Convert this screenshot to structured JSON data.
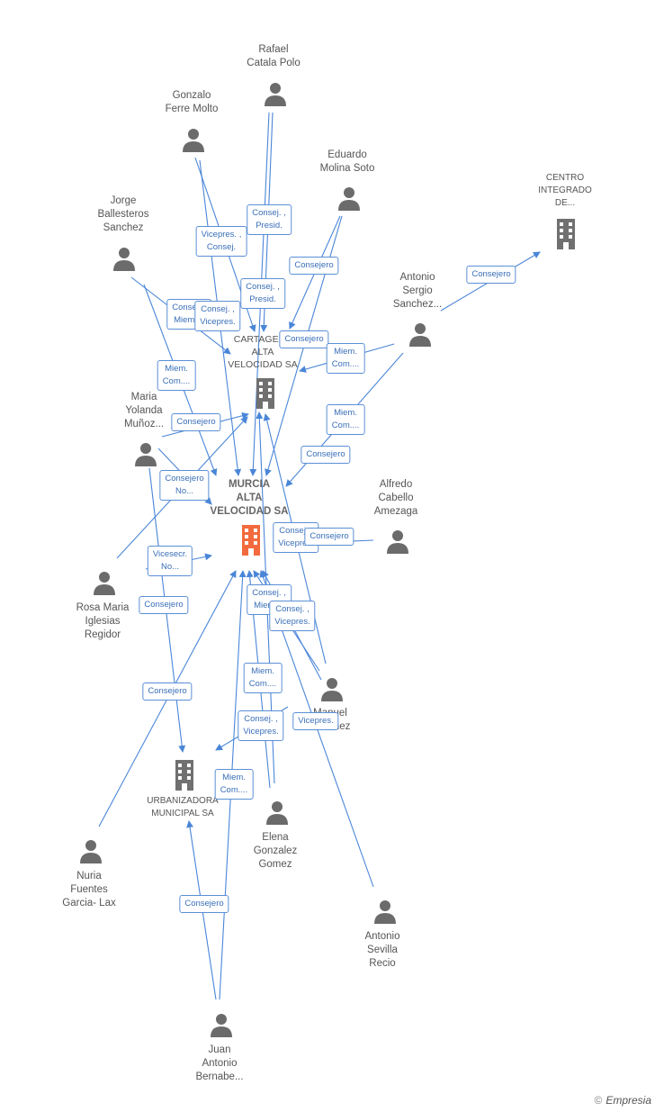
{
  "nodes": {
    "rafael": {
      "label": "Rafael\nCatala Polo"
    },
    "gonzalo": {
      "label": "Gonzalo\nFerre Molto"
    },
    "eduardo": {
      "label": "Eduardo\nMolina Soto"
    },
    "jorge": {
      "label": "Jorge\nBallesteros\nSanchez"
    },
    "centro": {
      "label": "CENTRO\nINTEGRADO\nDE..."
    },
    "antonio_sergio": {
      "label": "Antonio\nSergio\nSanchez..."
    },
    "cartagena": {
      "label": "CARTAGENA\nALTA\nVELOCIDAD SA"
    },
    "maria": {
      "label": "Maria\nYolanda\nMuñoz..."
    },
    "murcia": {
      "label": "MURCIA\nALTA\nVELOCIDAD SA"
    },
    "alfredo": {
      "label": "Alfredo\nCabello\nAmezaga"
    },
    "rosa": {
      "label": "Rosa Maria\nIglesias\nRegidor"
    },
    "manuel": {
      "label": "Manuel\nSanchez"
    },
    "urbanizadora": {
      "label": "URBANIZADORA\nMUNICIPAL SA"
    },
    "elena": {
      "label": "Elena\nGonzalez\nGomez"
    },
    "nuria": {
      "label": "Nuria\nFuentes\nGarcia-  Lax"
    },
    "antonio_sevilla": {
      "label": "Antonio\nSevilla\nRecio"
    },
    "juan": {
      "label": "Juan\nAntonio\nBernabe..."
    }
  },
  "edge_labels": [
    {
      "key": "e1",
      "text": "Consej. ,\nPresid."
    },
    {
      "key": "e2",
      "text": "Vicepres. ,\nConsej."
    },
    {
      "key": "e3",
      "text": "Consejero"
    },
    {
      "key": "e4",
      "text": "Consejero"
    },
    {
      "key": "e5",
      "text": "Consej. ,\nPresid."
    },
    {
      "key": "e6",
      "text": "Consej. ,\nMiem...."
    },
    {
      "key": "e7",
      "text": "Consej. ,\nVicepres."
    },
    {
      "key": "e8",
      "text": "Consejero"
    },
    {
      "key": "e9",
      "text": "Miem.\nCom...."
    },
    {
      "key": "e10",
      "text": "Miem.\nCom...."
    },
    {
      "key": "e11",
      "text": "Consejero"
    },
    {
      "key": "e12",
      "text": "Miem.\nCom...."
    },
    {
      "key": "e13",
      "text": "Consejero"
    },
    {
      "key": "e14",
      "text": "Consejero\nNo..."
    },
    {
      "key": "e15",
      "text": "Consej. ,\nVicepres."
    },
    {
      "key": "e16",
      "text": "Consejero"
    },
    {
      "key": "e17",
      "text": "Vicesecr.\nNo..."
    },
    {
      "key": "e18",
      "text": "Consejero"
    },
    {
      "key": "e19",
      "text": "Consej. ,\nMiem...."
    },
    {
      "key": "e20",
      "text": "Consej. ,\nVicepres."
    },
    {
      "key": "e21",
      "text": "Miem.\nCom...."
    },
    {
      "key": "e22",
      "text": "Consejero"
    },
    {
      "key": "e23",
      "text": "Consej. ,\nVicepres."
    },
    {
      "key": "e24",
      "text": "Vicepres."
    },
    {
      "key": "e25",
      "text": "Miem.\nCom...."
    },
    {
      "key": "e26",
      "text": "Consejero"
    }
  ],
  "colors": {
    "edge": "#4a86d8",
    "person": "#6b6b6b",
    "building": "#707070",
    "main_building": "#f26a3d"
  },
  "footer": {
    "copyright": "©",
    "brand": "Empresia"
  }
}
